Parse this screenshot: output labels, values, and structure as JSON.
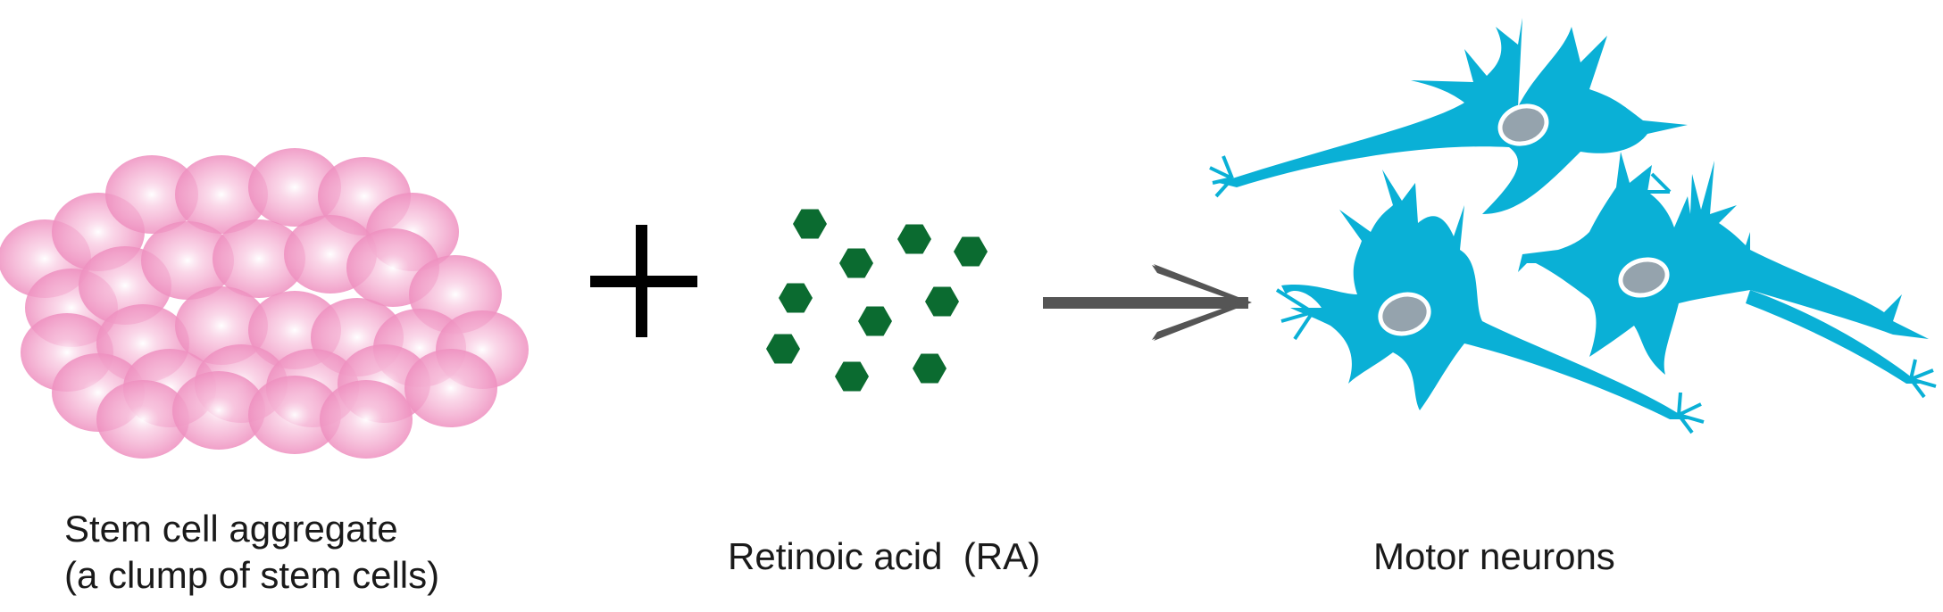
{
  "stem": {
    "label_line1": "Stem cell aggregate",
    "label_line2": "(a clump of stem cells)",
    "cell_color": "#f0a0c8"
  },
  "operator": {
    "symbol": "plus"
  },
  "ra": {
    "label": "Retinoic acid  (RA)",
    "molecule_color": "#0b6b30",
    "molecule_shape": "hexagon"
  },
  "arrow": {
    "color": "#555555"
  },
  "neurons": {
    "label": "Motor neurons",
    "body_color": "#0ab0d6",
    "nucleus_color": "#95a3ad"
  }
}
